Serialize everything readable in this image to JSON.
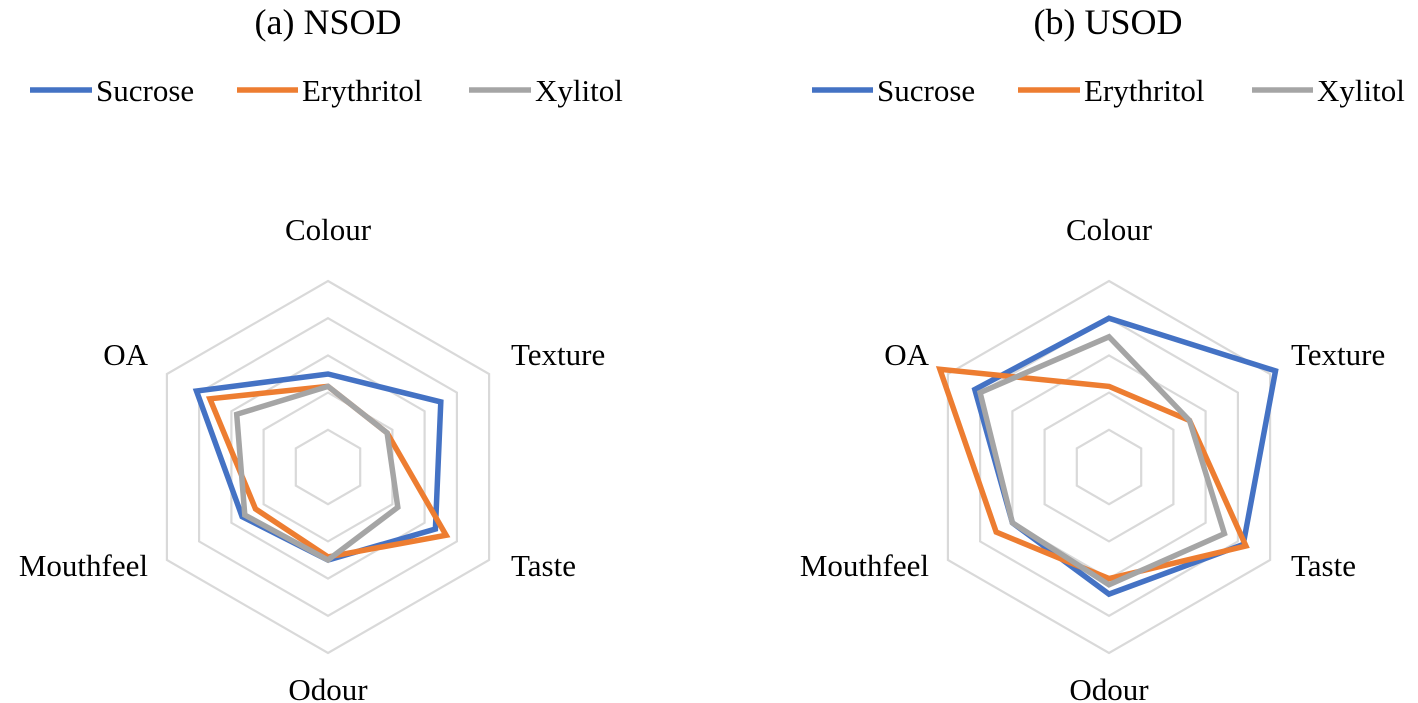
{
  "colors": {
    "Sucrose": "#4472C4",
    "Erythritol": "#ED7D31",
    "Xylitol": "#A5A5A5",
    "grid": "#D9D9D9"
  },
  "chart_data": [
    {
      "type": "radar",
      "title": "(a) NSOD",
      "axes": [
        "Colour",
        "Texture",
        "Taste",
        "Odour",
        "Mouthfeel",
        "OA"
      ],
      "rlim": [
        0,
        6
      ],
      "grid_rings": 5,
      "legend_position": "top",
      "series": [
        {
          "name": "Sucrose",
          "values": [
            3.0,
            4.2,
            4.0,
            3.0,
            3.2,
            4.9
          ]
        },
        {
          "name": "Erythritol",
          "values": [
            2.6,
            2.2,
            4.4,
            2.9,
            2.7,
            4.4
          ]
        },
        {
          "name": "Xylitol",
          "values": [
            2.6,
            2.2,
            2.6,
            3.0,
            3.1,
            3.4
          ]
        }
      ]
    },
    {
      "type": "radar",
      "title": "(b) USOD",
      "axes": [
        "Colour",
        "Texture",
        "Taste",
        "Odour",
        "Mouthfeel",
        "OA"
      ],
      "rlim": [
        0,
        6
      ],
      "grid_rings": 5,
      "legend_position": "top",
      "series": [
        {
          "name": "Sucrose",
          "values": [
            4.8,
            6.2,
            5.0,
            4.1,
            3.6,
            5.0
          ]
        },
        {
          "name": "Erythritol",
          "values": [
            2.6,
            3.0,
            5.1,
            3.6,
            4.2,
            6.3
          ]
        },
        {
          "name": "Xylitol",
          "values": [
            4.2,
            3.0,
            4.3,
            3.8,
            3.6,
            4.8
          ]
        }
      ]
    }
  ]
}
